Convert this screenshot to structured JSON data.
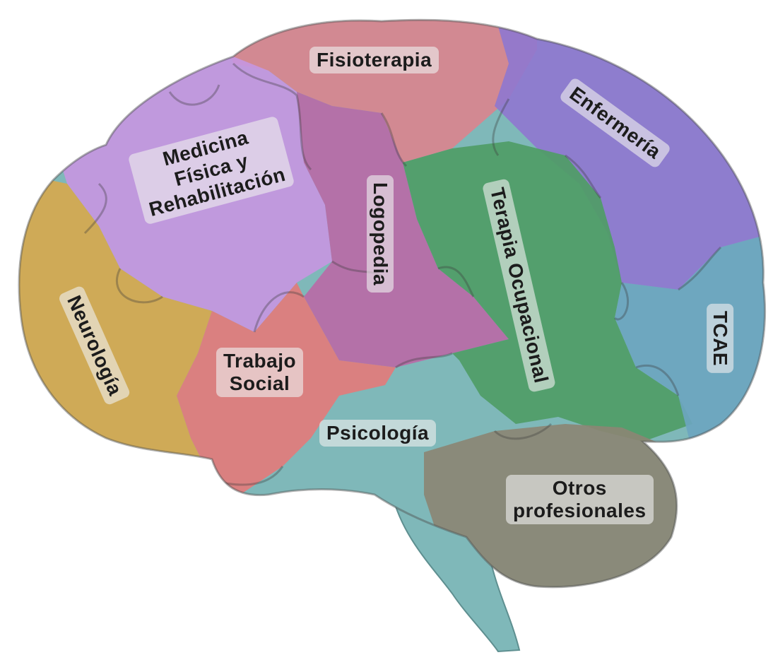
{
  "diagram": {
    "regions": [
      {
        "id": "fisioterapia",
        "lines": [
          "Fisioterapia"
        ],
        "color": "#d9848e"
      },
      {
        "id": "enfermeria",
        "lines": [
          "Enfermería"
        ],
        "color": "#8f77cf"
      },
      {
        "id": "medicina",
        "lines": [
          "Medicina",
          "Física y",
          "Rehabilitación"
        ],
        "color": "#c596e0"
      },
      {
        "id": "logopedia",
        "lines": [
          "Logopedia"
        ],
        "color": "#b86aa6"
      },
      {
        "id": "terapia",
        "lines": [
          "Terapia Ocupacional"
        ],
        "color": "#4f9c66"
      },
      {
        "id": "neurologia",
        "lines": [
          "Neurología"
        ],
        "color": "#d6a84e"
      },
      {
        "id": "trabajo",
        "lines": [
          "Trabajo",
          "Social"
        ],
        "color": "#e27b7b"
      },
      {
        "id": "psicologia",
        "lines": [
          "Psicología"
        ],
        "color": "#7fb8b9"
      },
      {
        "id": "tcae",
        "lines": [
          "TCAE"
        ],
        "color": "#6ca5bf"
      },
      {
        "id": "otros",
        "lines": [
          "Otros",
          "profesionales"
        ],
        "color": "#8b8674"
      }
    ]
  }
}
